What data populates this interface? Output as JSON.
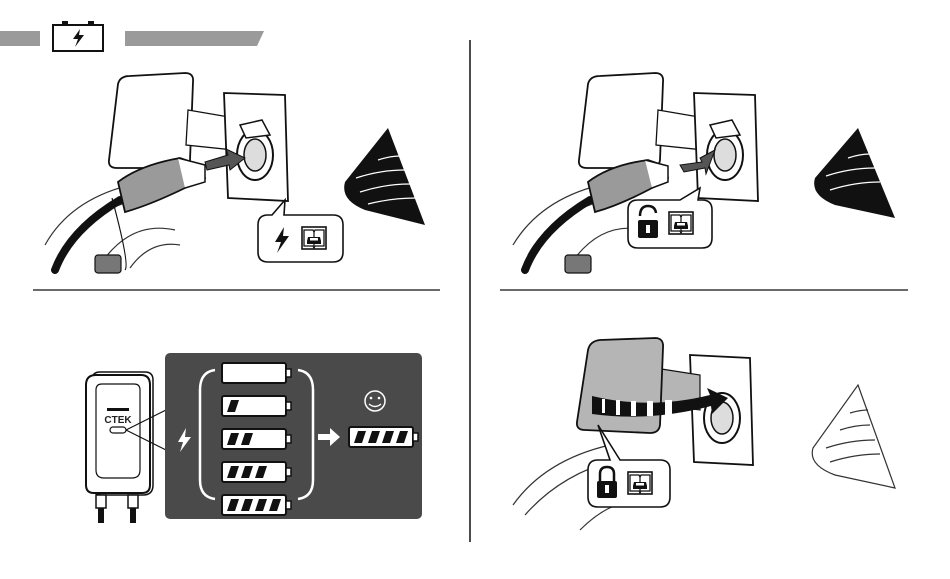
{
  "device": {
    "brand": "CTEK"
  },
  "header": {
    "icon": "battery-charging-icon"
  },
  "panels": [
    {
      "id": "connect",
      "callout_icons": [
        "lightning-icon",
        "manual-book-car-icon"
      ]
    },
    {
      "id": "unlock",
      "callout_icons": [
        "unlock-icon",
        "manual-book-car-icon"
      ]
    },
    {
      "id": "charging-status",
      "levels": [
        0,
        0.25,
        0.5,
        0.75,
        1
      ],
      "result_level": 1,
      "icons": [
        "lightning-icon",
        "arrow-right-icon",
        "smiley-icon"
      ]
    },
    {
      "id": "close-lock",
      "callout_icons": [
        "lock-icon",
        "manual-book-car-icon"
      ]
    }
  ],
  "colors": {
    "panel_dark": "#4a4a4a",
    "header_gray": "#9a9a9a",
    "line": "#1a1a1a",
    "fill_gray": "#b5b5b5"
  }
}
